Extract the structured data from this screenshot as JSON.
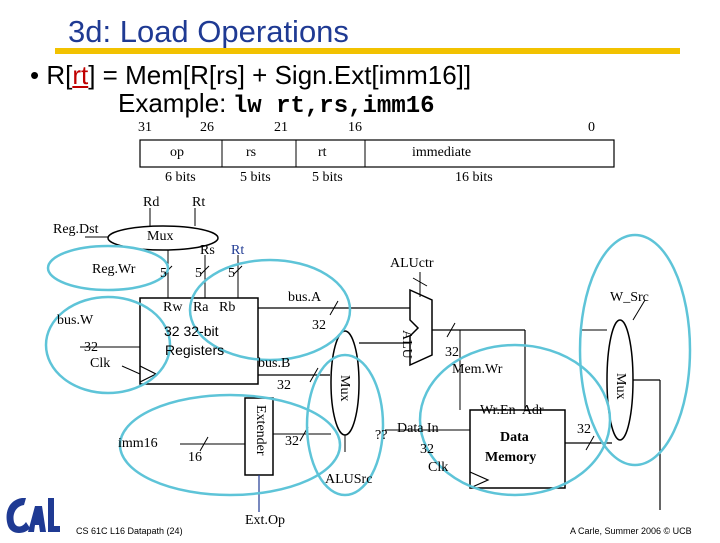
{
  "slide": {
    "title": "3d: Load Operations",
    "bullet_prefix": "R[",
    "bullet_rt": "rt",
    "bullet_rest": "] = Mem[R[rs] + Sign.Ext[imm16]]",
    "example_label": "Example:",
    "example_code": "lw rt,rs,imm16"
  },
  "format": {
    "bit_positions": [
      "31",
      "26",
      "21",
      "16",
      "0"
    ],
    "fields": [
      {
        "name": "op",
        "bits": "6 bits"
      },
      {
        "name": "rs",
        "bits": "5 bits"
      },
      {
        "name": "rt",
        "bits": "5 bits"
      },
      {
        "name": "immediate",
        "bits": "16 bits"
      }
    ]
  },
  "datapath": {
    "rd": "Rd",
    "rt_top": "Rt",
    "regdst": "Reg.Dst",
    "mux_top": "Mux",
    "rs": "Rs",
    "rt_right": "Rt",
    "regwr": "Reg.Wr",
    "five_a": "5",
    "five_b": "5",
    "five_c": "5",
    "aluctr": "ALUctr",
    "busa": "bus.A",
    "w_src": "W_Src",
    "busw": "bus.W",
    "regfile_ports": "Rw   Ra   Rb",
    "regfile_line1": "32 32-bit",
    "regfile_line2": "Registers",
    "n32_busa": "32",
    "alu": "ALU",
    "n32_busw": "32",
    "clk_reg": "Clk",
    "busb": "bus.B",
    "n32_alu_out": "32",
    "memwr": "Mem.Wr",
    "n32_busb": "32",
    "mux_mid": "Mux",
    "mux_right": "Mux",
    "wren_adr": "Wr.En  Adr",
    "extender": "Extender",
    "imm16": "imm16",
    "sixteen": "16",
    "n32_ext": "32",
    "qq": "??",
    "data_in": "Data In",
    "n32_datain": "32",
    "clk_mem": "Clk",
    "data_memory_1": "Data",
    "data_memory_2": "Memory",
    "n32_mem_out": "32",
    "alusrc": "ALUSrc",
    "extop": "Ext.Op"
  },
  "footer": {
    "left": "CS 61C L16 Datapath (24)",
    "right": "A Carle, Summer 2006 © UCB",
    "logo": "Cal"
  },
  "colors": {
    "title": "#1f3a93",
    "rule": "#f2c200",
    "rt_highlight": "#c00000",
    "wire_blue": "#1f3a93",
    "highlight_ellipse": "#5ec4d8",
    "logo_blue": "#1f3a93"
  }
}
